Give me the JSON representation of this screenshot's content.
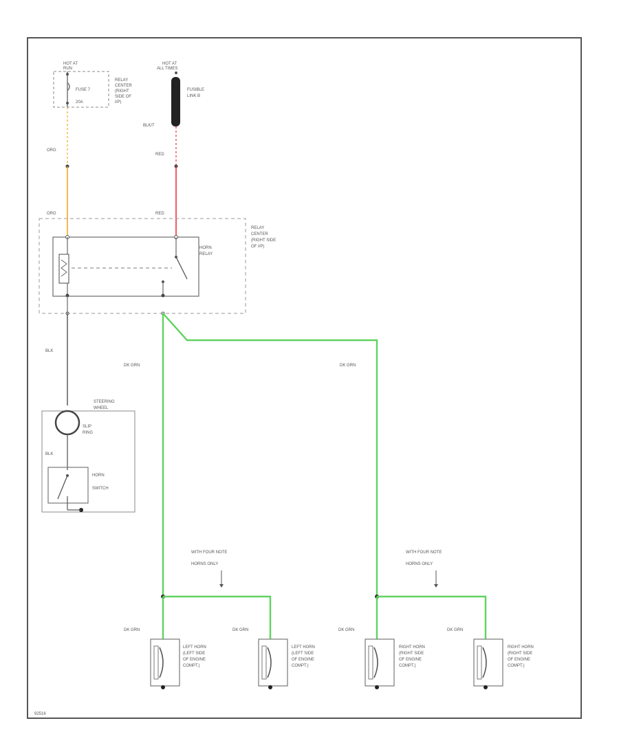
{
  "colors": {
    "orange": "#f5a623",
    "red": "#e8343c",
    "green": "#5fd35f",
    "black": "#444444",
    "frame": "#555555"
  },
  "labels": {
    "hot_run": "HOT AT",
    "hot_run_sub": "RUN",
    "fuse": "FUSE 7",
    "fuse_rating": "20A",
    "relay_center_top": [
      "RELAY",
      "CENTER",
      "(RIGHT",
      "SIDE OF",
      "I/P)"
    ],
    "hot_all": "HOT AT",
    "hot_all_sub": "ALL TIMES",
    "fusible_link": [
      "FUSIBLE",
      "LINK B"
    ],
    "wire_blk_top": "BLK/T",
    "wire_org_1": "ORG",
    "wire_red_1": "RED",
    "wire_org_2": "ORG",
    "wire_red_2": "RED",
    "horn_relay": [
      "HORN",
      "RELAY"
    ],
    "relay_center_mid": [
      "RELAY",
      "CENTER",
      "(RIGHT SIDE",
      "OF I/P)"
    ],
    "wire_blk": "BLK",
    "wire_dkgrn_left": "DK GRN",
    "wire_dkgrn_right": "DK GRN",
    "steering_wheel": [
      "STEERING",
      "WHEEL"
    ],
    "slip_ring": [
      "SLIP",
      "RING"
    ],
    "wire_blk_2": "BLK",
    "horn_switch": [
      "HORN",
      "SWITCH"
    ],
    "four_note_left": [
      "WITH FOUR NOTE",
      "HORNS ONLY"
    ],
    "four_note_right": [
      "WITH FOUR NOTE",
      "HORNS ONLY"
    ],
    "horn1_wire": "DK GRN",
    "horn2_wire": "DK GRN",
    "horn3_wire": "DK GRN",
    "horn4_wire": "DK GRN",
    "horn1": [
      "LEFT HORN",
      "(LEFT SIDE",
      "OF ENGINE",
      "COMPT.)"
    ],
    "horn2": [
      "LEFT HORN",
      "(LEFT SIDE",
      "OF ENGINE",
      "COMPT.)"
    ],
    "horn3": [
      "RIGHT HORN",
      "(RIGHT SIDE",
      "OF ENGINE",
      "COMPT.)"
    ],
    "horn4": [
      "RIGHT HORN",
      "(RIGHT SIDE",
      "OF ENGINE",
      "COMPT.)"
    ],
    "figure_id": "92516"
  }
}
